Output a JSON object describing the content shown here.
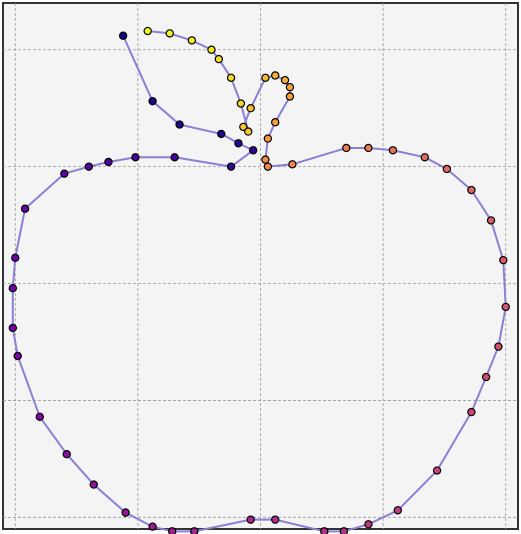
{
  "chart_data": {
    "type": "line",
    "title": "",
    "xlabel": "",
    "ylabel": "",
    "grid": true,
    "legend": "none",
    "axis_ticks_shown": false,
    "xlim": [
      -1.05,
      1.05
    ],
    "ylim": [
      -1.05,
      1.2
    ],
    "line_color": "#8b7fd6",
    "marker_edge_color": "#000000",
    "plot_background": "#f4f4f4",
    "frame_color": "#333333",
    "grid_color": "#999999",
    "colormap": "plasma",
    "series": [
      {
        "points": [
          [
            -0.56,
            1.06
          ],
          [
            -0.44,
            0.78
          ],
          [
            -0.33,
            0.68
          ],
          [
            -0.16,
            0.64
          ],
          [
            -0.09,
            0.6
          ],
          [
            -0.03,
            0.57
          ],
          [
            -0.12,
            0.5
          ],
          [
            -0.35,
            0.54
          ],
          [
            -0.51,
            0.54
          ],
          [
            -0.62,
            0.52
          ],
          [
            -0.7,
            0.5
          ],
          [
            -0.8,
            0.47
          ],
          [
            -0.96,
            0.32
          ],
          [
            -1.0,
            0.11
          ],
          [
            -1.01,
            -0.02
          ],
          [
            -1.01,
            -0.19
          ],
          [
            -0.99,
            -0.31
          ],
          [
            -0.9,
            -0.57
          ],
          [
            -0.79,
            -0.73
          ],
          [
            -0.68,
            -0.86
          ],
          [
            -0.55,
            -0.98
          ],
          [
            -0.44,
            -1.04
          ],
          [
            -0.36,
            -1.06
          ],
          [
            -0.27,
            -1.06
          ],
          [
            -0.04,
            -1.01
          ],
          [
            0.06,
            -1.01
          ],
          [
            0.26,
            -1.06
          ],
          [
            0.34,
            -1.06
          ],
          [
            0.44,
            -1.03
          ],
          [
            0.56,
            -0.97
          ],
          [
            0.72,
            -0.8
          ],
          [
            0.86,
            -0.55
          ],
          [
            0.92,
            -0.4
          ],
          [
            0.97,
            -0.27
          ],
          [
            1.0,
            -0.1
          ],
          [
            0.99,
            0.1
          ],
          [
            0.94,
            0.27
          ],
          [
            0.86,
            0.4
          ],
          [
            0.76,
            0.49
          ],
          [
            0.67,
            0.54
          ],
          [
            0.54,
            0.57
          ],
          [
            0.44,
            0.58
          ],
          [
            0.35,
            0.58
          ],
          [
            0.13,
            0.51
          ],
          [
            0.03,
            0.5
          ],
          [
            0.02,
            0.53
          ],
          [
            0.03,
            0.62
          ],
          [
            0.06,
            0.69
          ],
          [
            0.12,
            0.8
          ],
          [
            0.12,
            0.84
          ],
          [
            0.1,
            0.87
          ],
          [
            0.06,
            0.89
          ],
          [
            0.02,
            0.88
          ],
          [
            -0.04,
            0.75
          ],
          [
            -0.07,
            0.67
          ],
          [
            -0.05,
            0.65
          ],
          [
            -0.08,
            0.77
          ],
          [
            -0.12,
            0.88
          ],
          [
            -0.17,
            0.96
          ],
          [
            -0.2,
            1.0
          ],
          [
            -0.28,
            1.04
          ],
          [
            -0.37,
            1.07
          ],
          [
            -0.46,
            1.08
          ]
        ]
      }
    ]
  }
}
